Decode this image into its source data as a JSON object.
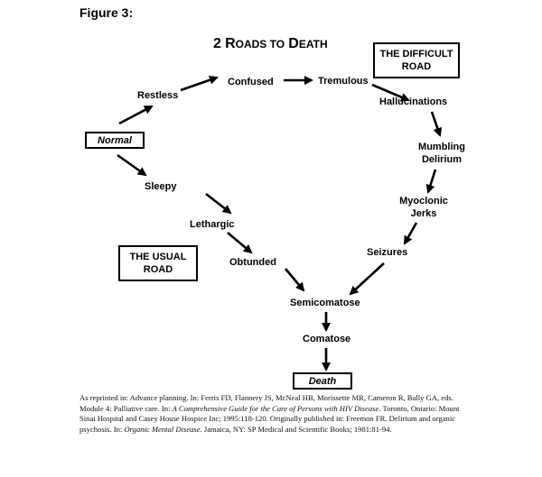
{
  "figure_label": "Figure 3:",
  "title": {
    "number": "2",
    "first_letter_1": "R",
    "rest_1": "OADS TO",
    "first_letter_2": "D",
    "rest_2": "EATH"
  },
  "nodes": {
    "normal": "Normal",
    "restless": "Restless",
    "confused": "Confused",
    "tremulous": "Tremulous",
    "hallucinations": "Hallucinations",
    "mumbling_line1": "Mumbling",
    "mumbling_line2": "Delirium",
    "myoclonic_line1": "Myoclonic",
    "myoclonic_line2": "Jerks",
    "seizures": "Seizures",
    "sleepy": "Sleepy",
    "lethargic": "Lethargic",
    "obtunded": "Obtunded",
    "semicomatose": "Semicomatose",
    "comatose": "Comatose",
    "death": "Death"
  },
  "labels": {
    "difficult_line1": "THE DIFFICULT",
    "difficult_line2": "ROAD",
    "usual_line1": "THE USUAL",
    "usual_line2": "ROAD"
  },
  "caption": {
    "part1": "As reprinted in: Advance planning. In: Ferris FD, Flannery JS, McNeal HB, Morissette MR, Cameron R, Bally GA, eds. Module 4: Palliative care. In: ",
    "italic1": "A Comprehensive Guide for the Care of Persons with HIV Disease",
    "part2": ". Toronto, Ontario: Mount Sinai Hospital and Casey House Hospice Inc; 1995:118-120. Originally published in: Freemon FR. Delirium and organic psychosis. In: ",
    "italic2": "Organic Mental Disease",
    "part3": ". Jamaica, NY: SP Medical and Scientific Books; 1981:81-94."
  }
}
